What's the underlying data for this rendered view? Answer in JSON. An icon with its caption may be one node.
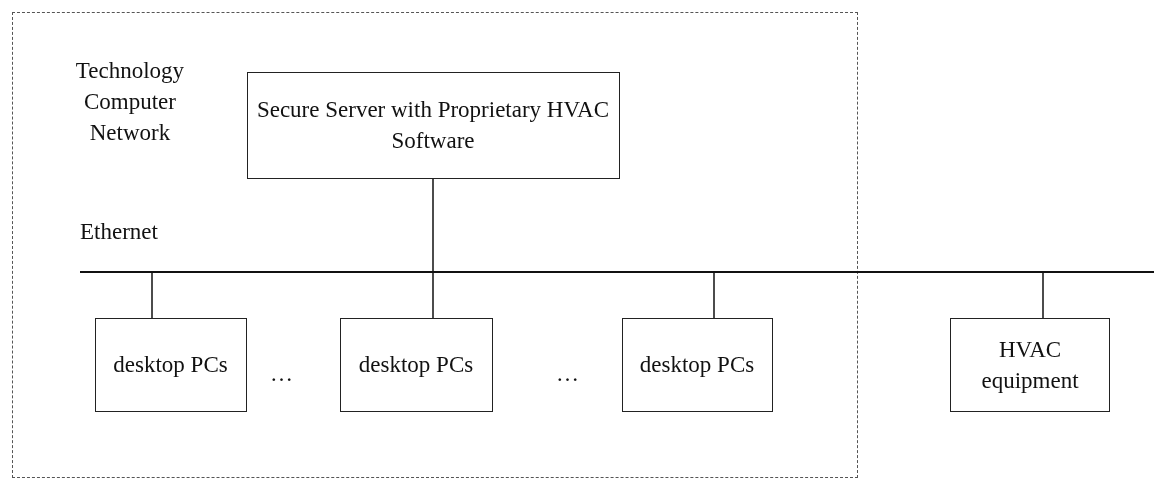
{
  "diagram": {
    "nodes": [
      {
        "text": [
          "Technology Computer Network"
        ]
      },
      {
        "text": [
          "Secure Server with Proprietary HVAC Software"
        ],
        "in": 0
      },
      {
        "text": [],
        "shape": "bar"
      },
      {
        "text": [
          "desktop PCs"
        ],
        "in": 0
      },
      {
        "text": [
          "desktop PCs"
        ],
        "in": 0
      },
      {
        "text": [
          "desktop PCs"
        ],
        "in": 0
      },
      {
        "text": [
          "HVAC equipment"
        ]
      }
    ],
    "edges": [
      {
        "from": 1,
        "to": 2,
        "arrow": "none"
      },
      {
        "from": 2,
        "to": 3,
        "arrow": "none"
      },
      {
        "from": 2,
        "to": 4,
        "arrow": "none"
      },
      {
        "from": 2,
        "to": 5,
        "arrow": "none"
      },
      {
        "from": 2,
        "to": 6,
        "arrow": "none"
      }
    ],
    "labels": [
      "Ethernet",
      "…",
      "…"
    ]
  }
}
